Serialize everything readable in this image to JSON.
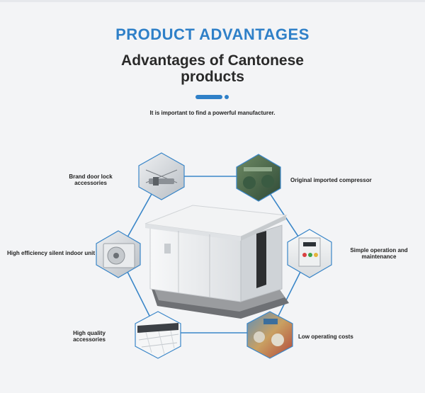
{
  "header": {
    "title": "PRODUCT ADVANTAGES",
    "subtitle": "Advantages of Cantonese products",
    "intro": "It is important to find a powerful manufacturer."
  },
  "features": [
    {
      "label": "Brand door lock accessories",
      "icon": "door-lock-photo"
    },
    {
      "label": "Original imported compressor",
      "icon": "compressor-photo"
    },
    {
      "label": "High efficiency silent indoor unit",
      "icon": "indoor-unit-photo"
    },
    {
      "label": "Simple operation and maintenance",
      "icon": "control-box-photo"
    },
    {
      "label": "High quality accessories",
      "icon": "panel-accessory-photo"
    },
    {
      "label": "Low operating costs",
      "icon": "factory-parts-photo"
    }
  ],
  "colors": {
    "accent": "#2f80c8",
    "line": "#3a86c8"
  }
}
